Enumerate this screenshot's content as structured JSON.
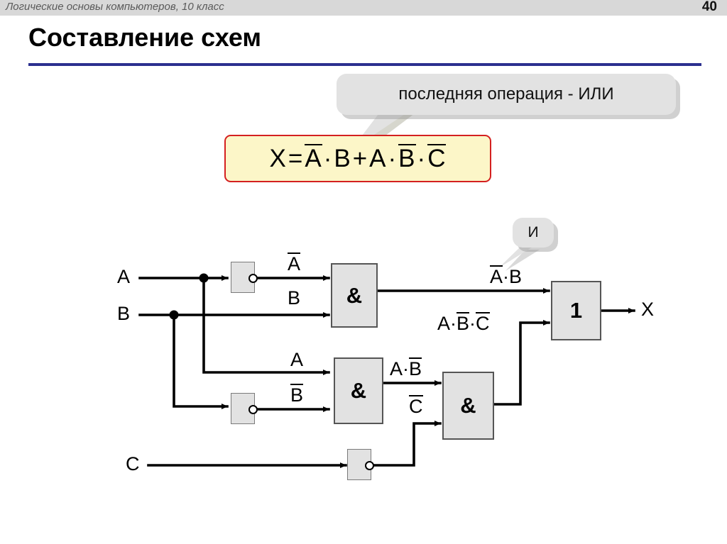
{
  "header": {
    "course_title": "Логические основы компьютеров, 10 класс",
    "page_number": "40",
    "accent_rule_color": "#2b2f8f",
    "bar_color": "#d8d8d8"
  },
  "slide": {
    "title": "Составление схем"
  },
  "callouts": [
    {
      "id": "last-operation",
      "text": "последняя операция - ИЛИ"
    },
    {
      "id": "and-note",
      "text": "И"
    }
  ],
  "formula": {
    "full_text": "X = A̅·B + A·B̅·C̅",
    "lhs": "X",
    "equals": "=",
    "terms": [
      {
        "vars": [
          {
            "name": "A",
            "negated": true
          },
          {
            "name": "B",
            "negated": false
          }
        ]
      },
      {
        "vars": [
          {
            "name": "A",
            "negated": false
          },
          {
            "name": "B",
            "negated": true
          },
          {
            "name": "C",
            "negated": true
          }
        ]
      }
    ],
    "plus": "+",
    "dot": "·",
    "box_fill": "#fcf6c8",
    "box_border": "#d42020"
  },
  "circuit": {
    "inputs": [
      {
        "name": "A",
        "label": "A"
      },
      {
        "name": "B",
        "label": "B"
      },
      {
        "name": "C",
        "label": "C"
      }
    ],
    "output": {
      "name": "X",
      "label": "X"
    },
    "not_gates": [
      {
        "id": "not-a",
        "produces": "A̅"
      },
      {
        "id": "not-b",
        "produces": "B̅"
      },
      {
        "id": "not-c",
        "produces": "C̅"
      }
    ],
    "and_gates": [
      {
        "id": "and-1",
        "symbol": "&",
        "output_label": "A̅·B"
      },
      {
        "id": "and-2",
        "symbol": "&",
        "output_label": "A·B̅"
      },
      {
        "id": "and-3",
        "symbol": "&",
        "output_label": "A·B̅·C̅"
      }
    ],
    "or_gate": {
      "id": "or-1",
      "symbol": "1"
    },
    "wire_labels": [
      {
        "id": "label-not-a",
        "text": "A",
        "negated": true
      },
      {
        "id": "label-b",
        "text": "B",
        "negated": false
      },
      {
        "id": "label-a",
        "text": "A",
        "negated": false
      },
      {
        "id": "label-not-b",
        "text": "B",
        "negated": true
      },
      {
        "id": "label-not-c",
        "text": "C",
        "negated": true
      }
    ],
    "gate_fill": "#e2e2e2",
    "gate_stroke": "#555555",
    "wire_color": "#000000"
  }
}
